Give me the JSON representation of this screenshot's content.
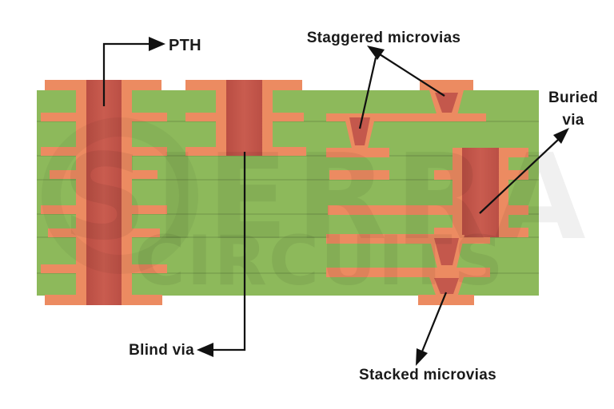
{
  "diagram": {
    "labels": {
      "pth": "PTH",
      "staggered": "Staggered microvias",
      "buried_line1": "Buried",
      "buried_line2": "via",
      "blind": "Blind via",
      "stacked": "Stacked microvias"
    },
    "watermark": {
      "line1": "SIERRA",
      "line2": "CIRCUITS"
    },
    "colors": {
      "background": "#ffffff",
      "board_green": "#8DB95B",
      "copper": "#EC8B61",
      "via_barrel": "#C2544A",
      "via_inner": "#C4584C",
      "label_text": "#1a1a1a"
    }
  }
}
